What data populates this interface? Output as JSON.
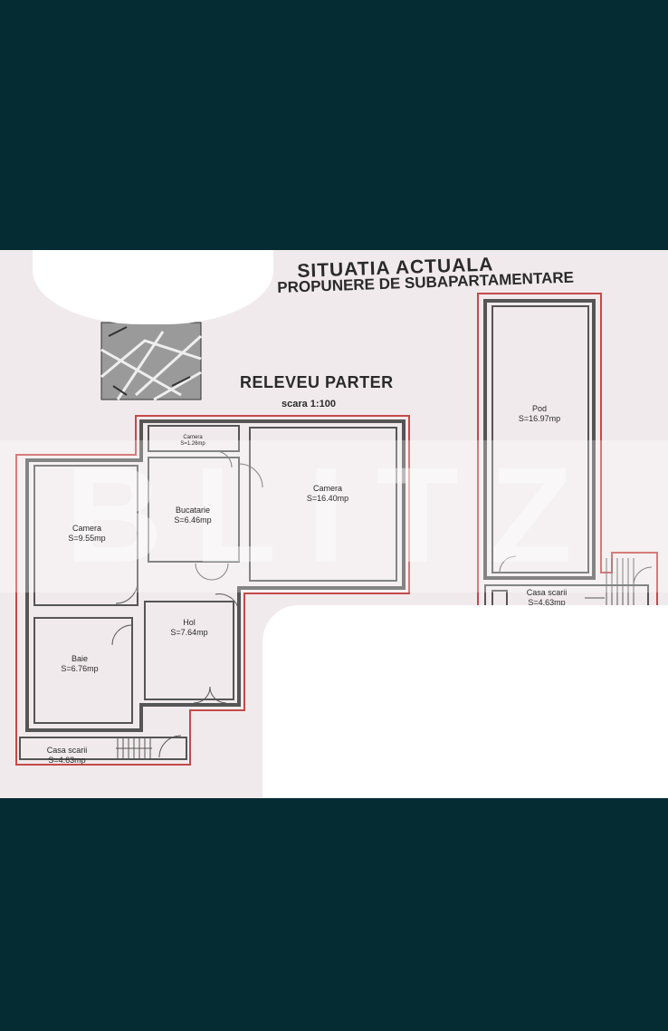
{
  "document": {
    "title": "SITUATIA ACTUALA",
    "subtitle": "PROPUNERE DE SUBAPARTAMENTARE"
  },
  "plan": {
    "title": "RELEVEU PARTER",
    "scale": "scara 1:100"
  },
  "rooms": {
    "camera_small": {
      "name": "Camera",
      "area": "S=1.26mp"
    },
    "camera_large": {
      "name": "Camera",
      "area": "S=16.40mp"
    },
    "bucatarie": {
      "name": "Bucatarie",
      "area": "S=6.46mp"
    },
    "camera_left": {
      "name": "Camera",
      "area": "S=9.55mp"
    },
    "hol": {
      "name": "Hol",
      "area": "S=7.64mp"
    },
    "baie": {
      "name": "Baie",
      "area": "S=6.76mp"
    },
    "casa_scarii_left": {
      "name": "Casa scarii",
      "area": "S=4.63mp"
    },
    "pod": {
      "name": "Pod",
      "area": "S=16.97mp"
    },
    "casa_scarii_right": {
      "name": "Casa scarii",
      "area": "S=4.63mp"
    }
  },
  "watermark": {
    "text": "BLITZ"
  },
  "colors": {
    "background": "#042c32",
    "paper": "#f1eaec",
    "wall": "#555555",
    "outline": "#c44a4a"
  }
}
